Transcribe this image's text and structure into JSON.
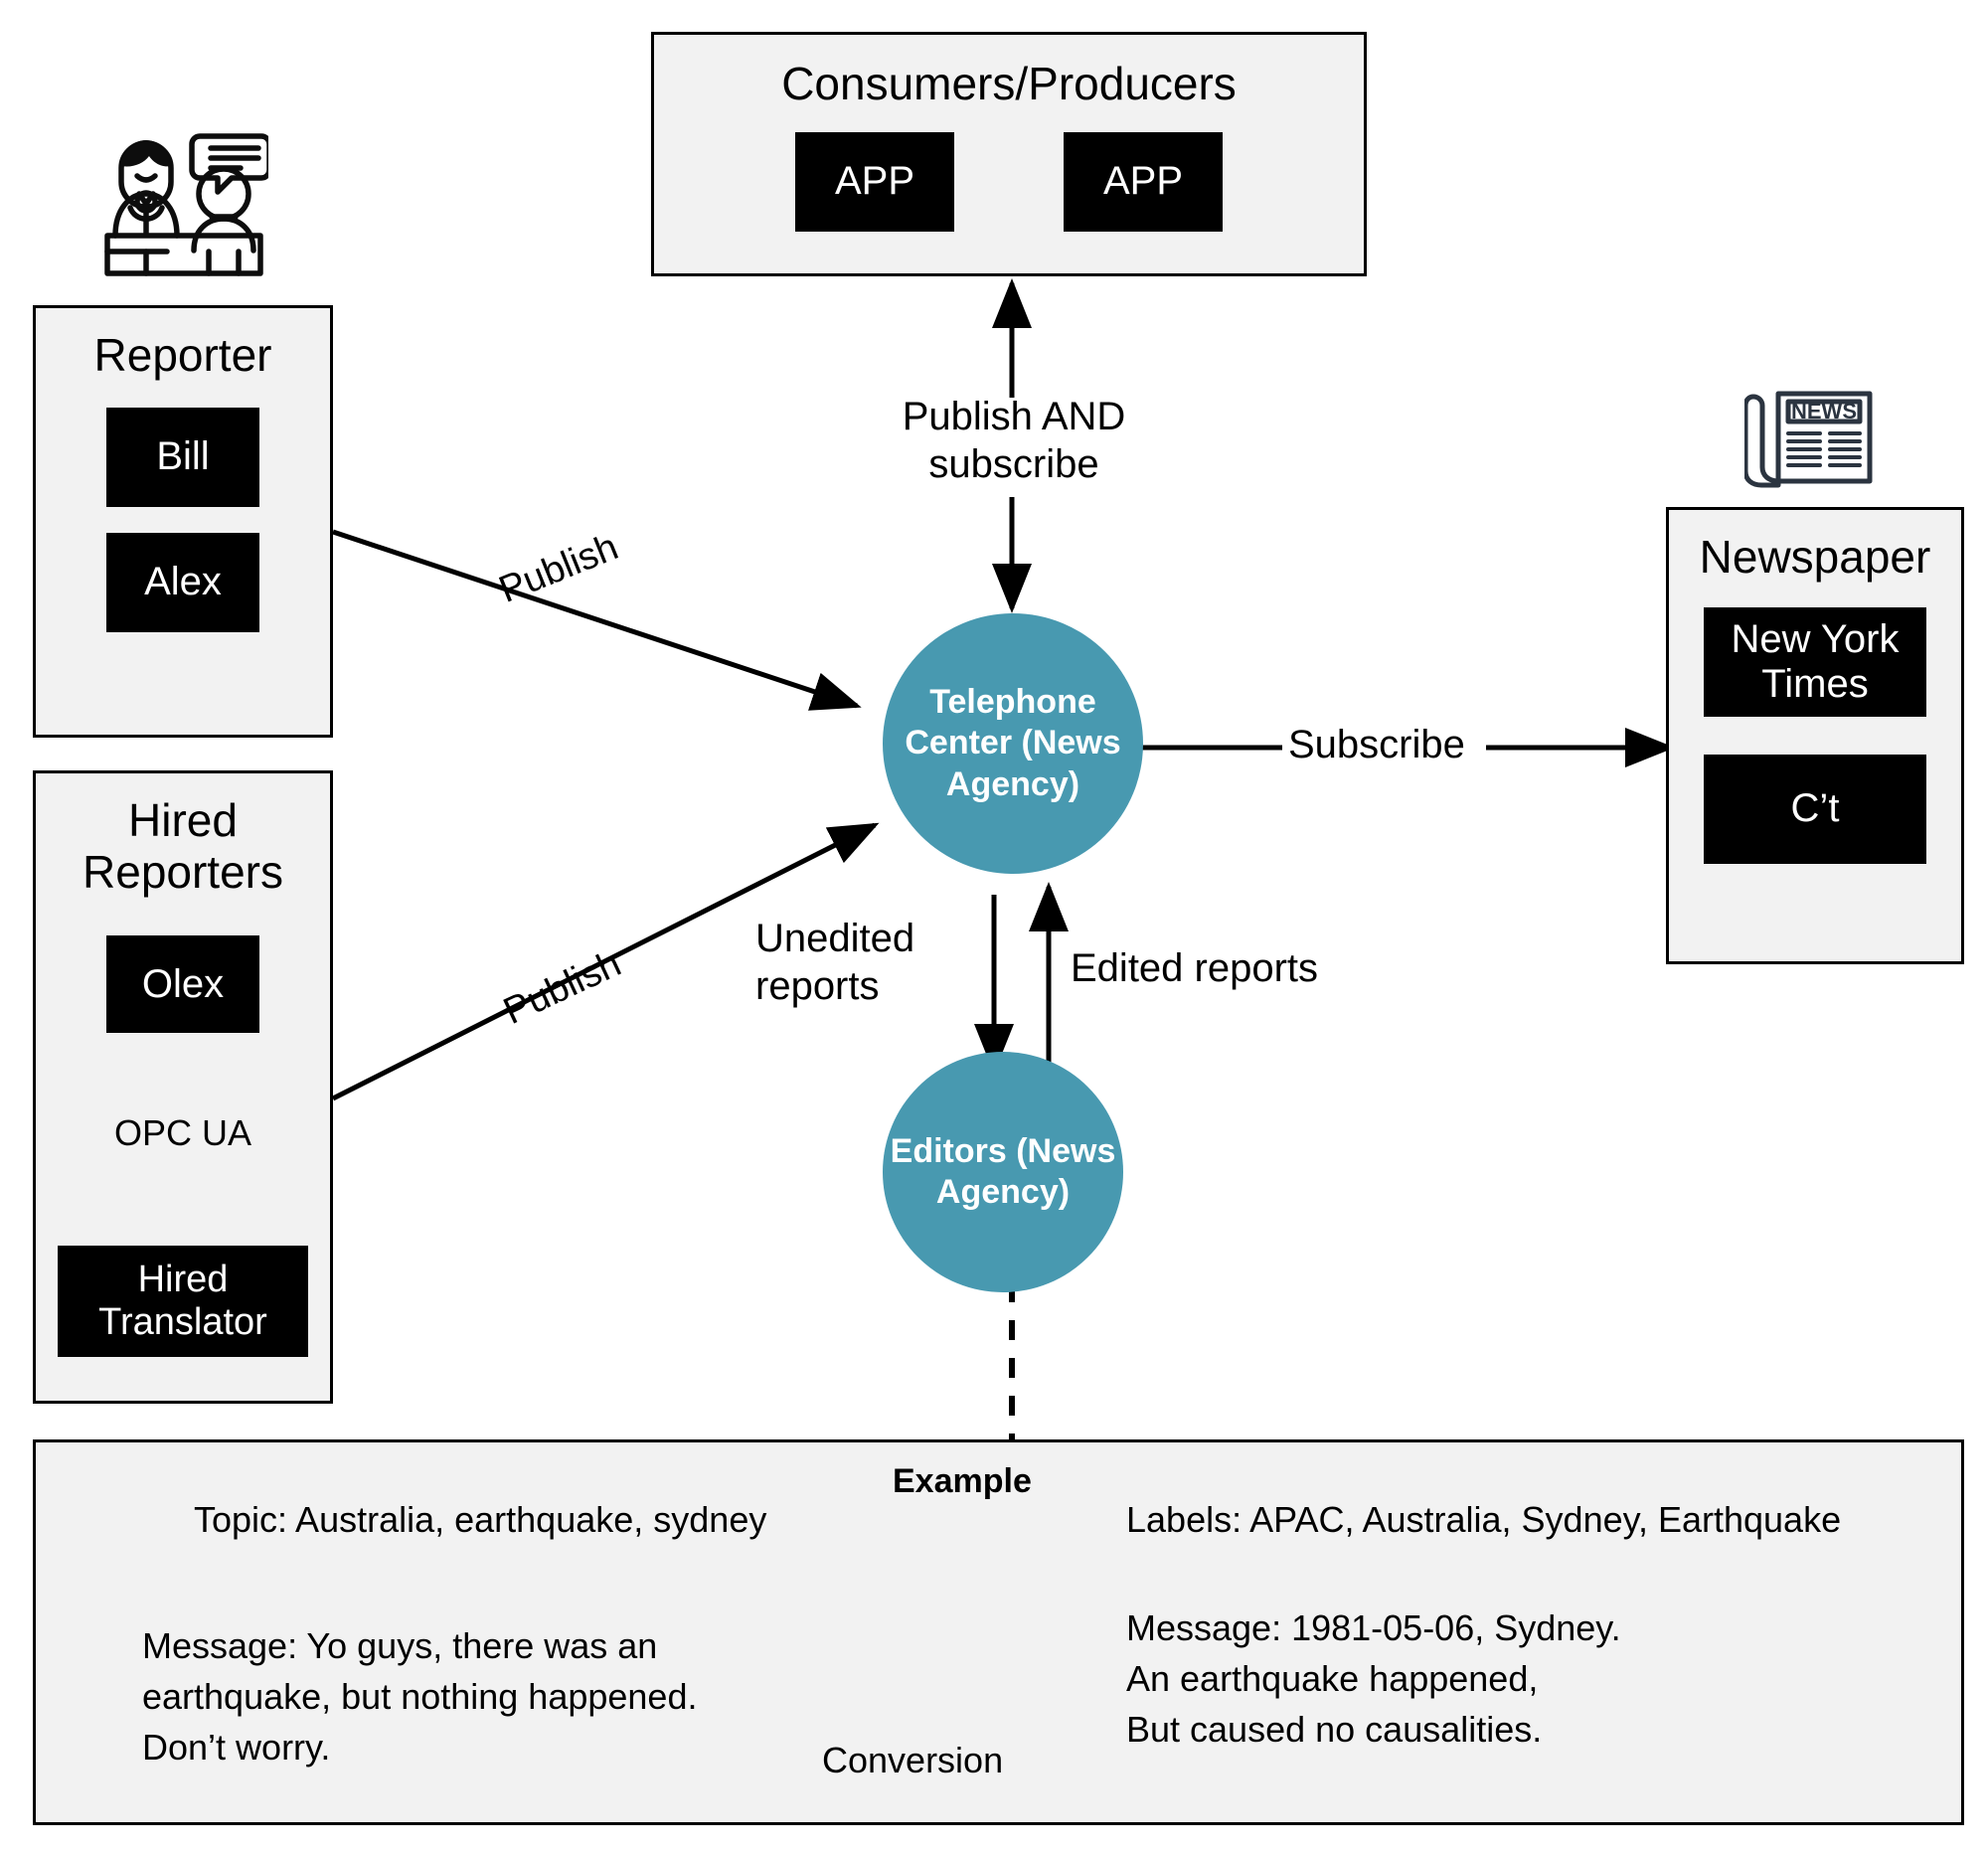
{
  "diagram": {
    "title": "News agency publish/subscribe architecture",
    "accent_color": "#4899b0",
    "panel_color": "#f2f2f2",
    "chip_color": "#000000"
  },
  "consumers": {
    "title": "Consumers/Producers",
    "apps": [
      {
        "label": "APP"
      },
      {
        "label": "APP"
      }
    ]
  },
  "reporter": {
    "title": "Reporter",
    "icon": "reporter-interview-icon",
    "people": [
      {
        "label": "Bill"
      },
      {
        "label": "Alex"
      }
    ]
  },
  "hired_reporters": {
    "title": "Hired\nReporters",
    "people": [
      {
        "label": "Olex"
      }
    ],
    "protocol_label": "OPC UA",
    "translator": {
      "label": "Hired\nTranslator"
    }
  },
  "newspaper": {
    "title": "Newspaper",
    "icon": "newspaper-icon",
    "icon_text": "NEWS",
    "papers": [
      {
        "label": "New York\nTimes"
      },
      {
        "label": "C’t"
      }
    ]
  },
  "broker": {
    "label": "Telephone\nCenter (News\nAgency)"
  },
  "editors": {
    "label": "Editors\n(News\nAgency)"
  },
  "edges": {
    "publish_and_subscribe": "Publish AND\nsubscribe",
    "publish_reporter": "Publish",
    "publish_hired": "Publish",
    "subscribe": "Subscribe",
    "unedited_reports": "Unedited\nreports",
    "edited_reports": "Edited reports"
  },
  "example": {
    "title": "Example",
    "left": {
      "topic": "Topic: Australia, earthquake, sydney",
      "message": "Message: Yo guys, there was an\nearthquake, but nothing happened.\nDon’t worry."
    },
    "conversion_label": "Conversion",
    "right": {
      "labels": "Labels: APAC, Australia, Sydney, Earthquake",
      "message": "Message: 1981-05-06, Sydney.\nAn earthquake happened,\nBut caused no causalities."
    }
  }
}
